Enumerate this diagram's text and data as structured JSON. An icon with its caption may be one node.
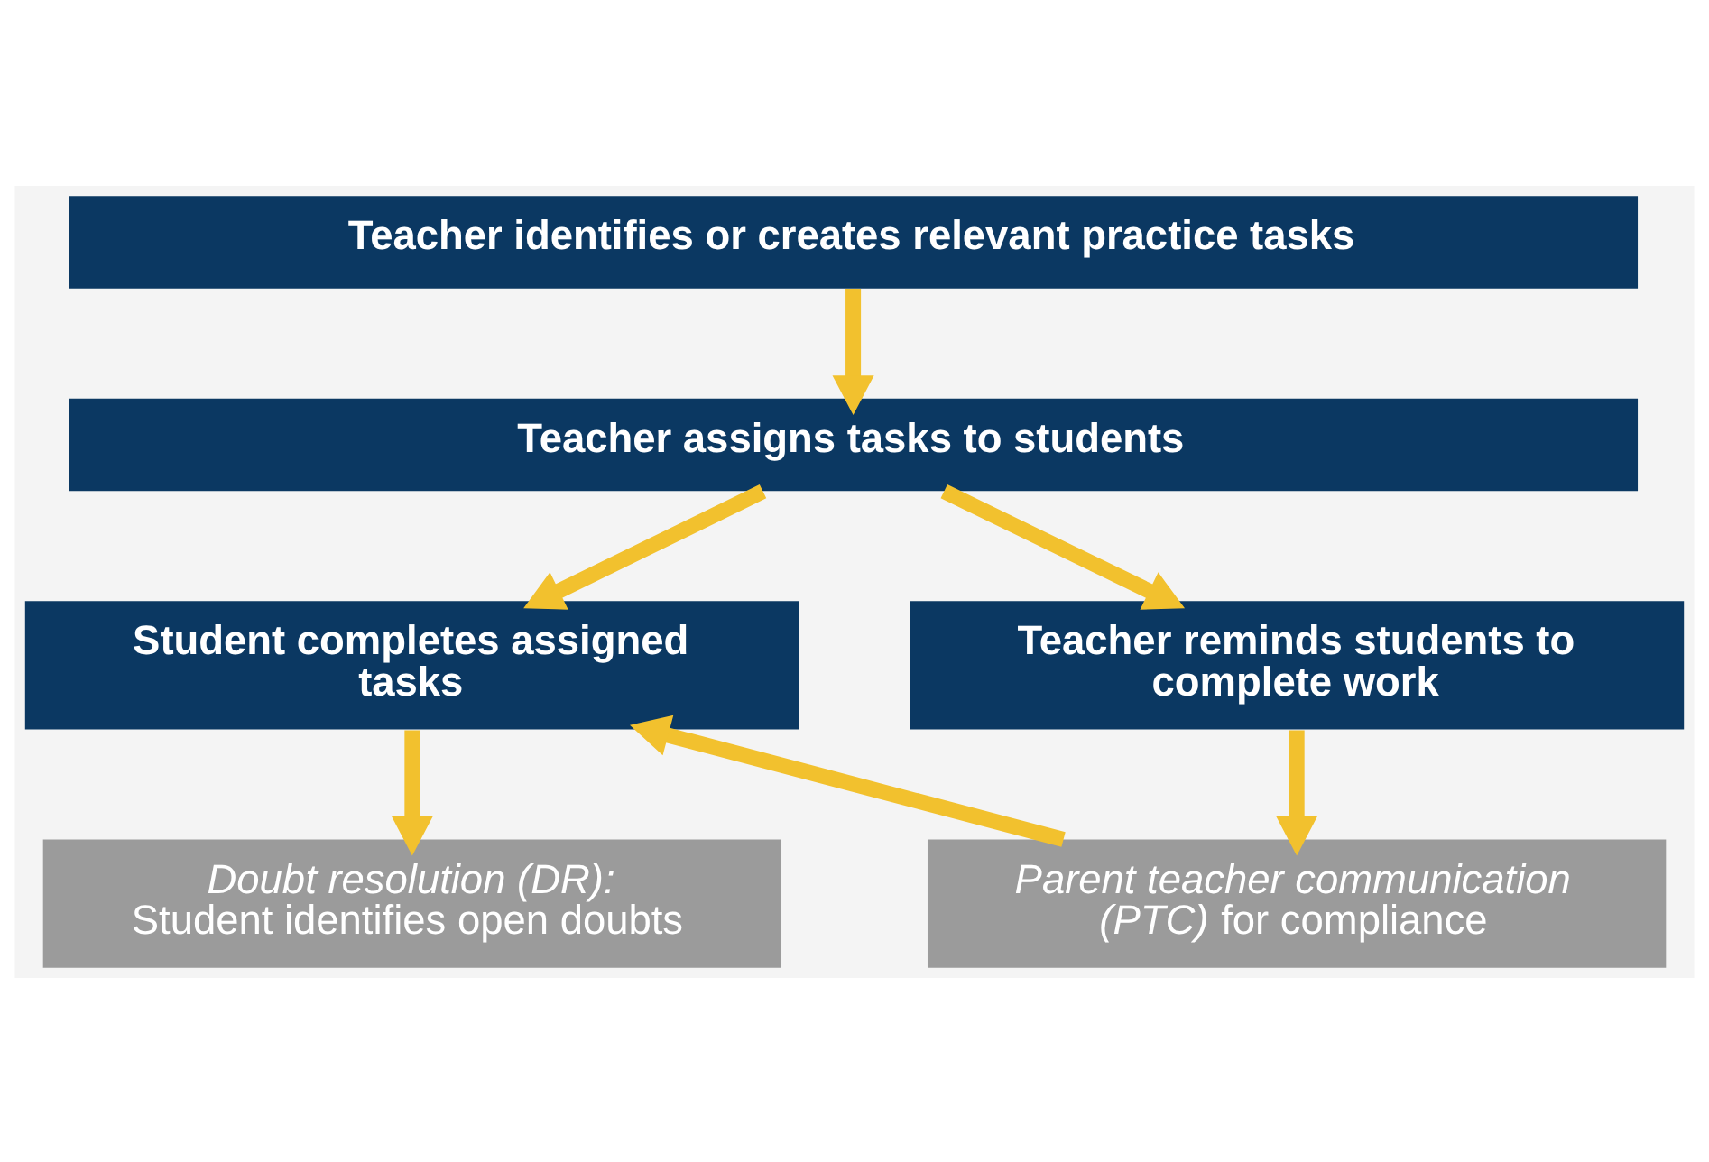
{
  "diagram": {
    "nodes": [
      {
        "text": [
          "Teacher identifies or creates relevant practice tasks"
        ]
      },
      {
        "text": [
          "Teacher assigns tasks to students"
        ]
      },
      {
        "text": [
          "Student completes assigned tasks"
        ]
      },
      {
        "text": [
          "Teacher reminds students to complete work"
        ]
      },
      {
        "text": [
          "*Parent teacher communication (PTC)* for compliance"
        ]
      },
      {
        "text": [
          "Doubt resolution (DR):",
          "Student identifies open doubts"
        ]
      }
    ],
    "edges": [
      {
        "from": 0,
        "to": 1,
        "arrow": "to"
      },
      {
        "from": 1,
        "to": 2,
        "arrow": "to"
      },
      {
        "from": 1,
        "to": 3,
        "arrow": "to"
      },
      {
        "from": 2,
        "to": 5,
        "arrow": "to"
      },
      {
        "from": 3,
        "to": 4,
        "arrow": "to"
      },
      {
        "from": 4,
        "to": 2,
        "arrow": "to"
      }
    ]
  }
}
